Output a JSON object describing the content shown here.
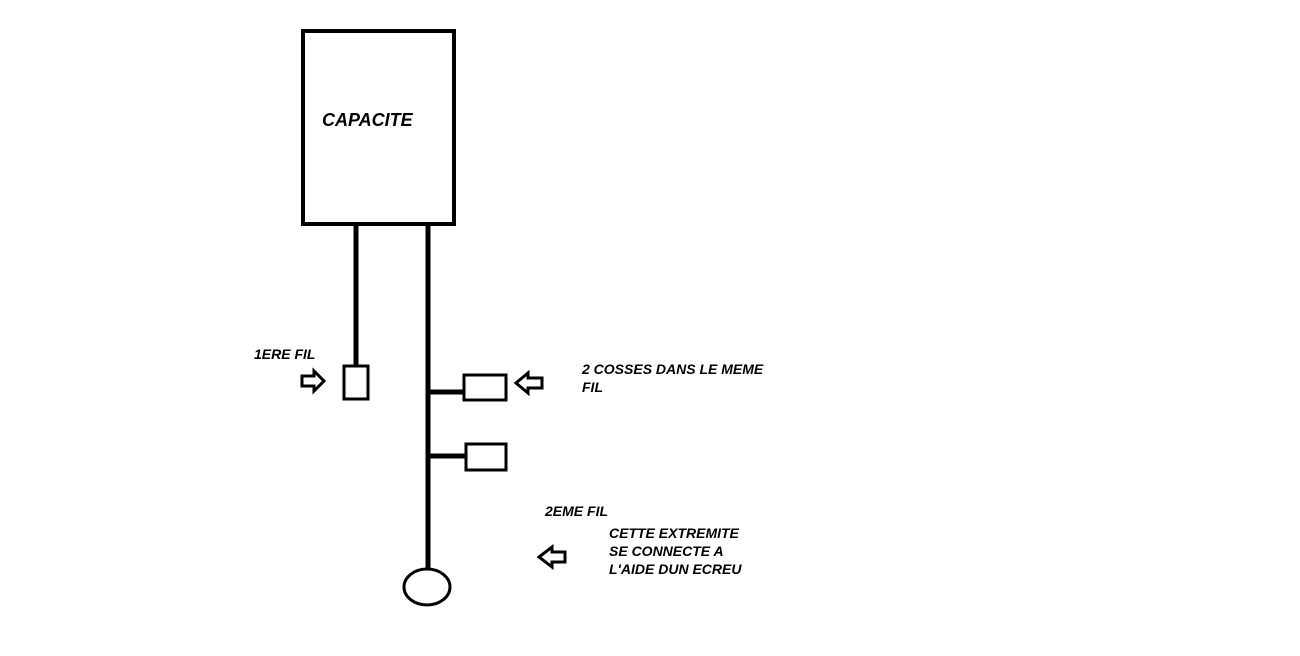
{
  "diagram": {
    "capacitor_label": "CAPACITE",
    "first_wire_label": "1ERE FIL",
    "two_lugs_label_line1": "2 COSSES DANS LE MEME",
    "two_lugs_label_line2": "FIL",
    "second_wire_label": "2EME FIL",
    "end_note_line1": "CETTE EXTREMITE",
    "end_note_line2": "SE CONNECTE A",
    "end_note_line3": "L'AIDE DUN ECREU"
  },
  "colors": {
    "stroke": "#000000",
    "background": "#ffffff"
  }
}
